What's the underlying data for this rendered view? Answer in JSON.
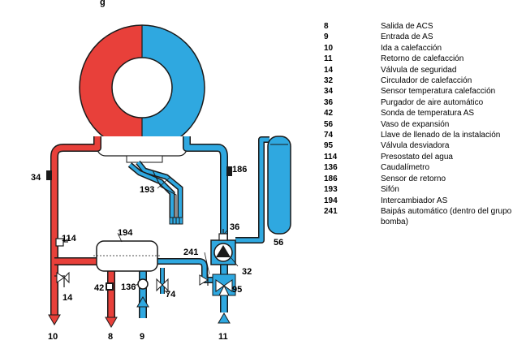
{
  "colors": {
    "hot": "#e8403a",
    "cold": "#2fa8e0",
    "outline": "#1a1a1a",
    "legend_text": "#000000"
  },
  "diagram": {
    "top_title_fragment": "g",
    "callouts": {
      "c34": "34",
      "c186": "186",
      "c193": "193",
      "c36": "36",
      "c56": "56",
      "c114": "114",
      "c194": "194",
      "c241": "241",
      "c32": "32",
      "c42": "42",
      "c136": "136",
      "c74": "74",
      "c14": "14",
      "c95": "95",
      "c10": "10",
      "c8": "8",
      "c9": "9",
      "c11": "11"
    }
  },
  "legend": [
    {
      "num": "8",
      "text": "Salida de ACS"
    },
    {
      "num": "9",
      "text": "Entrada de AS"
    },
    {
      "num": "10",
      "text": "Ida a calefacción"
    },
    {
      "num": "11",
      "text": "Retorno de calefacción"
    },
    {
      "num": "14",
      "text": "Válvula de seguridad"
    },
    {
      "num": "32",
      "text": "Circulador de calefacción"
    },
    {
      "num": "34",
      "text": "Sensor temperatura calefacción"
    },
    {
      "num": "36",
      "text": "Purgador de aire automático"
    },
    {
      "num": "42",
      "text": "Sonda de temperatura AS"
    },
    {
      "num": "56",
      "text": "Vaso de expansión"
    },
    {
      "num": "74",
      "text": "Llave de llenado de la instalación"
    },
    {
      "num": "95",
      "text": "Válvula desviadora"
    },
    {
      "num": "114",
      "text": "Presostato del agua"
    },
    {
      "num": "136",
      "text": "Caudalímetro"
    },
    {
      "num": "186",
      "text": "Sensor de retorno"
    },
    {
      "num": "193",
      "text": "Sifón"
    },
    {
      "num": "194",
      "text": "Intercambiador AS"
    },
    {
      "num": "241",
      "text": "Baipás automático (dentro del grupo bomba)"
    }
  ]
}
